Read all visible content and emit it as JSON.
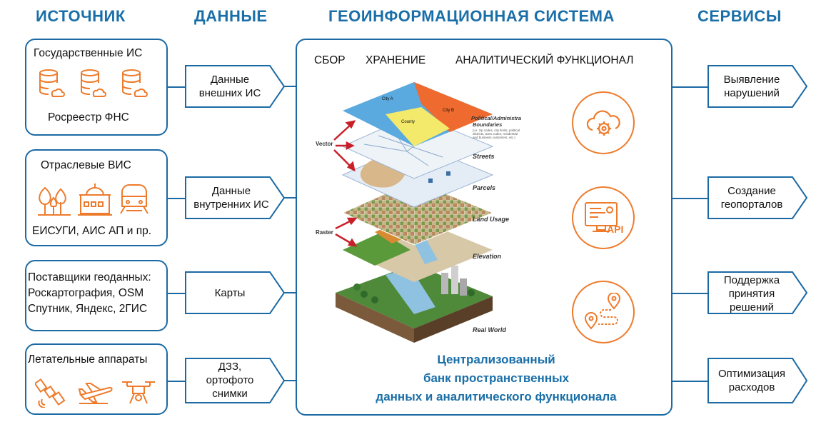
{
  "headers": {
    "source": "ИСТОЧНИК",
    "data": "ДАННЫЕ",
    "gis": "ГЕОИНФОРМАЦИОННАЯ СИСТЕМА",
    "services": "СЕРВИСЫ"
  },
  "sources": [
    {
      "title": "Государственные ИС",
      "caption": "Росреестр ФНС",
      "icons": [
        "database-cloud-icon",
        "database-cloud-icon",
        "database-cloud-icon"
      ]
    },
    {
      "title": "Отраслевые ВИС",
      "caption": "ЕИСУГИ, АИС АП и пр.",
      "icons": [
        "trees-icon",
        "building-icon",
        "train-icon"
      ]
    },
    {
      "title": "Поставщики геоданных:",
      "line2": "Роскартография, OSM",
      "line3": "Спутник, Яндекс, 2ГИС"
    },
    {
      "title": "Летательные аппараты",
      "icons": [
        "satellite-icon",
        "airplane-icon",
        "drone-icon"
      ]
    }
  ],
  "data_items": [
    {
      "line1": "Данные",
      "line2": "внешних ИС"
    },
    {
      "line1": "Данные",
      "line2": "внутренних ИС"
    },
    {
      "line1": "Карты",
      "line2": ""
    },
    {
      "line1": "ДЗЗ,",
      "line2": "ортофото",
      "line3": "снимки"
    }
  ],
  "gis": {
    "col_collect": "СБОР",
    "col_store": "ХРАНЕНИЕ",
    "col_analytics": "АНАЛИТИЧЕСКИЙ ФУНКЦИОНАЛ",
    "central_line1": "Централизованный",
    "central_line2": "банк пространственных",
    "central_line3": "данных и аналитического функционала",
    "vector_label": "Vector",
    "raster_label": "Raster",
    "layers": {
      "boundaries": "Political/Administrative",
      "boundaries2": "Boundaries",
      "boundaries_note1": "(i.e. zip codes, city limits, political",
      "boundaries_note2": "districts, area codes, residential",
      "boundaries_note3": "and business customers, etc.)",
      "streets": "Streets",
      "parcels": "Parcels",
      "land_usage": "Land Usage",
      "elevation": "Elevation",
      "real_world": "Real World",
      "city_a": "City A",
      "city_b": "City B",
      "county": "County"
    },
    "circle_icons": [
      "cloud-gear-icon",
      "api-monitor-icon",
      "route-pins-icon"
    ],
    "api_text": "API"
  },
  "services": [
    {
      "line1": "Выявление",
      "line2": "нарушений"
    },
    {
      "line1": "Создание",
      "line2": "геопорталов"
    },
    {
      "line1": "Поддержка",
      "line2": "принятия",
      "line3": "решений"
    },
    {
      "line1": "Оптимизация",
      "line2": "расходов"
    }
  ],
  "colors": {
    "accent_blue": "#1c6aa4",
    "accent_orange": "#ee7b2c",
    "arrow_red": "#c8202a"
  }
}
